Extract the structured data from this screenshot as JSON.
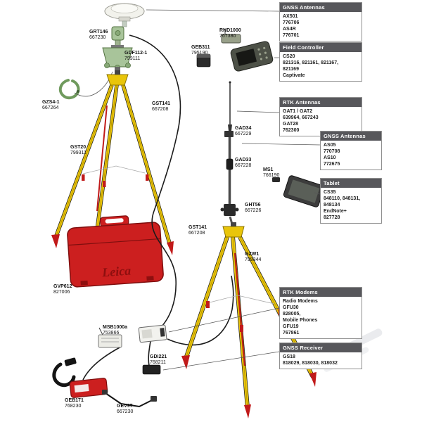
{
  "colors": {
    "leica-red": "#cc1f1f",
    "leica-red-dark": "#7e0e0e",
    "tripod-yellow": "#e9c50a",
    "leica-green": "#a8c49a",
    "green-dark": "#51703f",
    "callout-header-bg": "#57575b",
    "callout-header-text": "#ffffff",
    "callout-border": "#909090",
    "label-text": "#141414"
  },
  "case": {
    "logo": "Leica"
  },
  "labels": [
    {
      "name": "GRT146",
      "number": "667230"
    },
    {
      "name": "GDF112-1",
      "number": "799111"
    },
    {
      "name": "GZS4-1",
      "number": "667264"
    },
    {
      "name": "GST20",
      "number": "799311"
    },
    {
      "name": "GST141",
      "number": "667208"
    },
    {
      "name": "RND1000",
      "number": "767380"
    },
    {
      "name": "GEB311",
      "number": "795190"
    },
    {
      "name": "GAD34",
      "number": "667229"
    },
    {
      "name": "GAD33",
      "number": "667228"
    },
    {
      "name": "MS1",
      "number": "766190"
    },
    {
      "name": "GHT56",
      "number": "667226"
    },
    {
      "name": "GST141",
      "number": "667208"
    },
    {
      "name": "GZW1",
      "number": "799344"
    },
    {
      "name": "GVP612",
      "number": "827006"
    },
    {
      "name": "MSB1000a",
      "number": "753866"
    },
    {
      "name": "GDI221",
      "number": "768211"
    },
    {
      "name": "GEB171",
      "number": "768230"
    },
    {
      "name": "GEV97",
      "number": "667230"
    }
  ],
  "boxes": [
    {
      "header": "GNSS Antennas",
      "lines": [
        "AX501",
        "776706",
        "AS4R",
        "776701"
      ]
    },
    {
      "header": "Field Controller",
      "lines": [
        "CS20",
        "821316, 821161, 821167,",
        "821169",
        "Captivate"
      ]
    },
    {
      "header": "RTK Antennas",
      "lines": [
        "GAT1 / GAT2",
        "639964, 667243",
        "GAT28",
        "762300"
      ]
    },
    {
      "header": "GNSS Antennas",
      "lines": [
        "AS05",
        "770708",
        "AS10",
        "772675"
      ]
    },
    {
      "header": "Tablet",
      "lines": [
        "CS35",
        "848110, 848131,",
        "848134",
        "EndNote+",
        "827728"
      ]
    },
    {
      "header": "RTK Modems",
      "lines": [
        "Radio Modems",
        "GFU30",
        "828005,",
        "Mobile Phones",
        "GFU19",
        "767861"
      ]
    },
    {
      "header": "GNSS Receiver",
      "lines": [
        "GS18",
        "818029, 818030, 818032"
      ]
    }
  ]
}
